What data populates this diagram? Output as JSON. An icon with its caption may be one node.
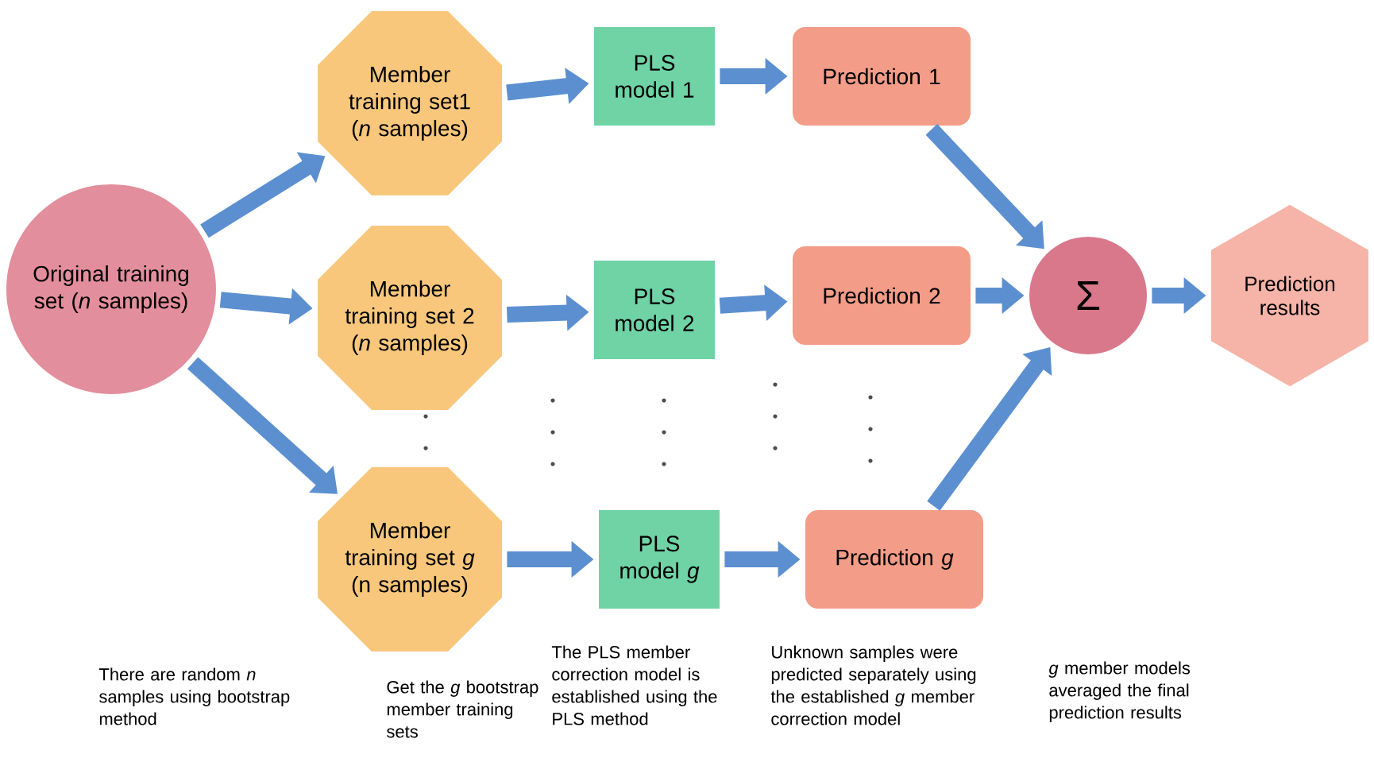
{
  "diagram": {
    "nodes": [
      {
        "text": [
          "Original training set (*n* samples)"
        ]
      },
      {
        "text": [
          "Member training set1 (*n* samples)"
        ]
      },
      {
        "text": [
          "PLS model 1"
        ]
      },
      {
        "text": [
          "Prediction 1"
        ]
      },
      {
        "text": [
          "Member training set 2 (*n* samples)"
        ]
      },
      {
        "text": [
          "PLS model 2"
        ]
      },
      {
        "text": [
          "Prediction 2"
        ]
      },
      {
        "text": [
          "Member training set *g* (n samples)"
        ]
      },
      {
        "text": [
          "PLS model *g*"
        ]
      },
      {
        "text": [
          "Prediction *g*"
        ]
      },
      {
        "text": [
          "Σ"
        ]
      },
      {
        "text": [
          "Prediction results"
        ]
      }
    ],
    "edges": [
      {
        "from": 0,
        "to": 1,
        "arrow": "to"
      },
      {
        "from": 0,
        "to": 4,
        "arrow": "to"
      },
      {
        "from": 0,
        "to": 7,
        "arrow": "to"
      },
      {
        "from": 1,
        "to": 2,
        "arrow": "to"
      },
      {
        "from": 2,
        "to": 3,
        "arrow": "to"
      },
      {
        "from": 4,
        "to": 5,
        "arrow": "to"
      },
      {
        "from": 5,
        "to": 6,
        "arrow": "to"
      },
      {
        "from": 7,
        "to": 8,
        "arrow": "to"
      },
      {
        "from": 8,
        "to": 9,
        "arrow": "to"
      },
      {
        "from": 3,
        "to": 10,
        "arrow": "to"
      },
      {
        "from": 6,
        "to": 10,
        "arrow": "to"
      },
      {
        "from": 9,
        "to": 10,
        "arrow": "to"
      },
      {
        "from": 10,
        "to": 11,
        "arrow": "to"
      }
    ],
    "labels": [
      "There are random *n* samples using bootstrap method",
      "Get the *g* bootstrap member training sets",
      "The PLS member correction model is established using the PLS method",
      "Unknown samples were predicted separately using the established *g* member correction model",
      "*g* member models averaged the final prediction results"
    ]
  }
}
